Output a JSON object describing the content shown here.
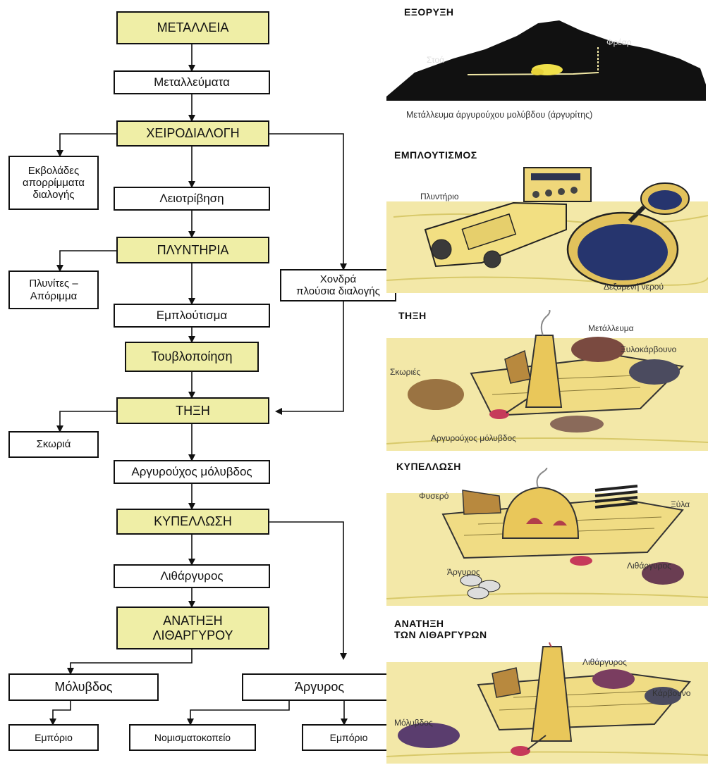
{
  "flowchart": {
    "metalleia": "ΜΕΤΑΛΛΕΙΑ",
    "metalleumata": "Μεταλλεύματα",
    "xeirodialogi": "ΧΕΙΡΟΔΙΑΛΟΓΗ",
    "ekvolades": "Εκβολάδες\nαπορρίμματα\nδιαλογής",
    "leiotrivisi": "Λειοτρίβηση",
    "plyntiria": "ΠΛΥΝΤΗΡΙΑ",
    "plynites": "Πλυνίτες –\nΑπόριμμα",
    "xondra": "Χονδρά\nπλούσια διαλογής",
    "emploutisma": "Εμπλούτισμα",
    "touvlopoiisi": "Τουβλοποίηση",
    "thixi": "ΤΗΞΗ",
    "skoria": "Σκωριά",
    "argyrouxos": "Αργυρούχος μόλυβδος",
    "kypellosi": "ΚΥΠΕΛΛΩΣΗ",
    "lithargyros": "Λιθάργυρος",
    "anathixi": "ΑΝΑΤΗΞΗ\nΛΙΘΑΡΓΥΡΟΥ",
    "molyvdos": "Μόλυβδος",
    "argyros": "Άργυρος",
    "emporio_left": "Εμπόριο",
    "nomismatokopeio": "Νομισματοκοπείο",
    "emporio_right": "Εμπόριο"
  },
  "illustrations": {
    "exoryxi": {
      "title": "ΕΞΟΡΥΞΗ",
      "stoa": "Στοά",
      "frear": "Φρέαρ",
      "caption": "Μετάλλευμα άργυρούχου μολύβδου (άργυρίτης)"
    },
    "emploutismos": {
      "title": "ΕΜΠΛΟΥΤΙΣΜΟΣ",
      "plyntirio": "Πλυντήριο",
      "dexameni": "Δεξαμενή νερού"
    },
    "thixi": {
      "title": "ΤΗΞΗ",
      "metallevma": "Μετάλλευμα",
      "xylokarvouno": "Ξυλοκάρβουνο",
      "skouries": "Σκωριές",
      "argyrouxos": "Αργυρούχος μόλυβδος"
    },
    "kypellosi": {
      "title": "ΚΥΠΕΛΛΩΣΗ",
      "fysero": "Φυσερό",
      "xyla": "Ξύλα",
      "argyros": "Άργυρος",
      "lithargyros": "Λιθάργυρος"
    },
    "anathixi": {
      "title": "ΑΝΑΤΗΞΗ\nΤΩΝ ΛΙΘΑΡΓΥΡΩΝ",
      "lithargyros": "Λιθάργυρος",
      "karvouno": "Κάρβουνο",
      "molyvdos": "Μόλυβδος"
    }
  },
  "colors": {
    "stage_fill": "#efeea6",
    "ground": "#f3e8a8",
    "furnace": "#e9c75a",
    "mountain": "#111111",
    "ore": "#f0e04a",
    "water": "#26356e"
  }
}
